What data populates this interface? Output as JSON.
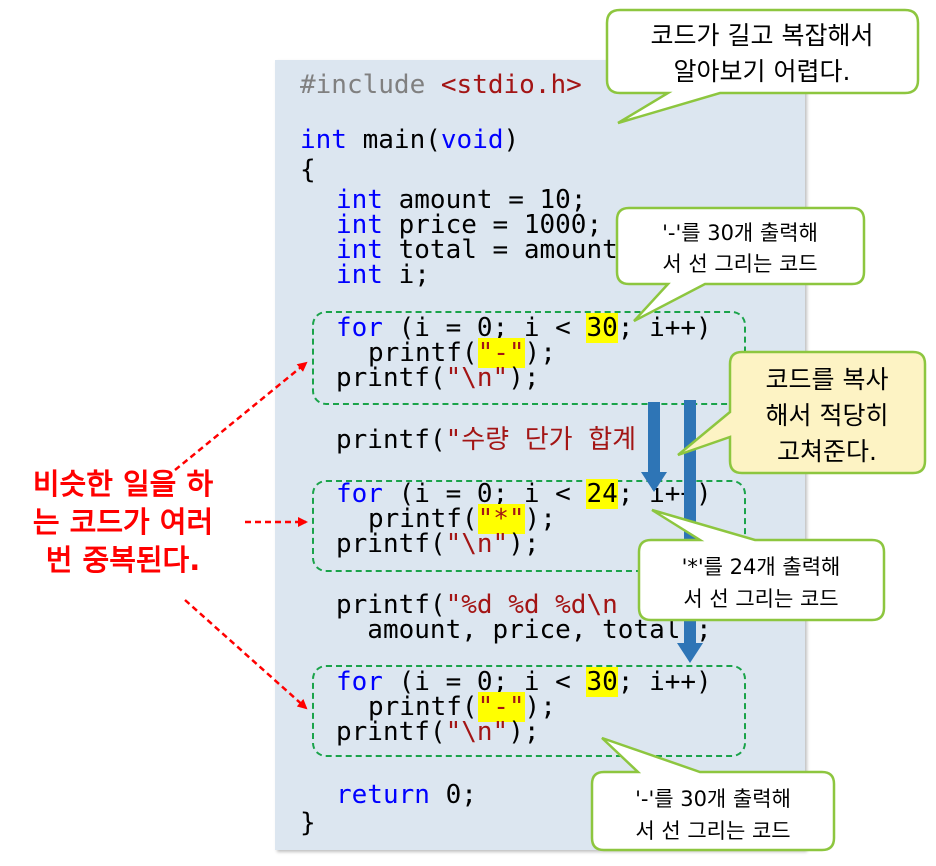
{
  "code": {
    "include_kw": "#include",
    "include_hdr": "<stdio.h>",
    "main_int": "int",
    "main_rest": " main(",
    "main_void": "void",
    "main_close": ")",
    "brace_open": "{",
    "decl_kw": "int",
    "decl_amount": " amount = 10;",
    "decl_price": " price = 1000;",
    "decl_total": " total = amount",
    "decl_i": " i;",
    "for_kw": "for",
    "for1_a": " (i = 0; i < ",
    "for1_num": "30",
    "for1_b": "; i++)",
    "printf_open": "printf(",
    "dash_str": "\"-\"",
    "printf_close": ");",
    "newline_str": "\"\\n\"",
    "header_open": "printf(",
    "header_str": "\"수량 단가 합계",
    "for2_a": " (i = 0; i < ",
    "for2_num": "24",
    "for2_b": "; i++)",
    "star_str": "\"*\"",
    "fmt_open": "printf(",
    "fmt_str": "\"%d %d %d\\n",
    "args_line": "  amount, price, total);",
    "for3_a": " (i = 0; i < ",
    "for3_num": "30",
    "for3_b": "; i++)",
    "return_kw": "return",
    "return_rest": " 0;",
    "brace_close": "}"
  },
  "bubbles": {
    "top_line1": "코드가 길고 복잡해서",
    "top_line2": "알아보기 어렵다.",
    "dash1_line1": "'-'를 30개 출력해",
    "dash1_line2": "서 선 그리는 코드",
    "copy_line1": "코드를 복사",
    "copy_line2": "해서 적당히",
    "copy_line3": "고쳐준다.",
    "star_line1": "'*'를 24개 출력해",
    "star_line2": "서 선 그리는 코드",
    "dash2_line1": "'-'를 30개 출력해",
    "dash2_line2": "서 선 그리는 코드"
  },
  "side_label": {
    "line1": "비슷한 일을 하",
    "line2": "는 코드가 여러",
    "line3": "번 중복된다."
  },
  "colors": {
    "panel_bg": "#dce6f0",
    "keyword": "#0000ff",
    "string": "#a31515",
    "highlight": "#ffff00",
    "dashed_box": "#1aa34a",
    "bubble_border": "#8dc63f",
    "side_label": "#ff0000",
    "arrow_blue": "#2e75b6"
  }
}
